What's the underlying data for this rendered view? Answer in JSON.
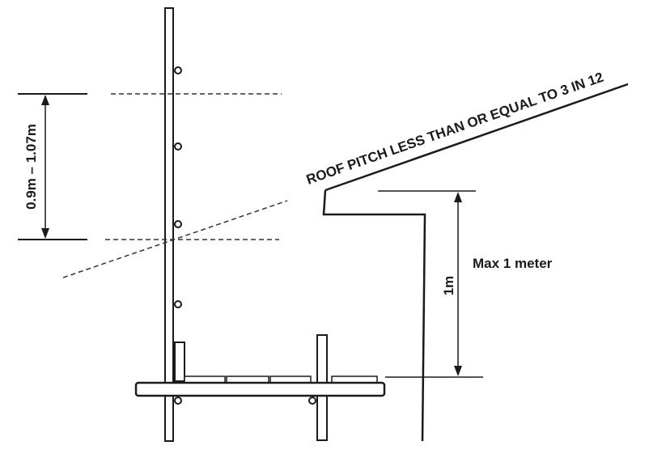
{
  "labels": {
    "guardrail_height": "0.9m – 1.07m",
    "roof_pitch": "ROOF PITCH LESS THAN OR EQUAL TO 3 IN 12",
    "max_height": "Max 1 meter",
    "height_dimension": "1m"
  },
  "colors": {
    "ink": "#1a1a1a",
    "dash": "#333333",
    "background": "#ffffff"
  }
}
